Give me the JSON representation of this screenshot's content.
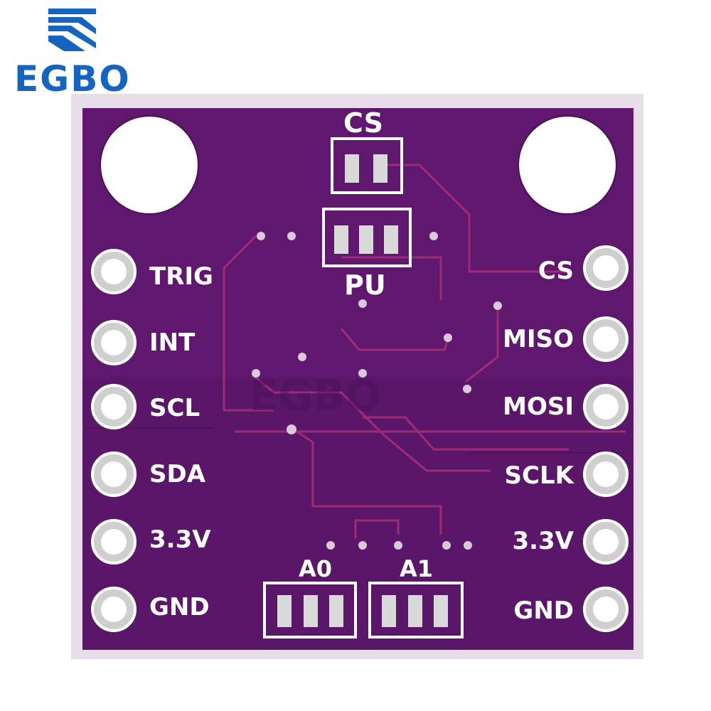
{
  "brand": {
    "name": "EGBO",
    "color": "#1565c0",
    "watermark": "EGBO"
  },
  "board": {
    "pcb_color": "#5e1a6a",
    "edge_color": "#e8e0ea",
    "top_jumpers": {
      "cs_label": "CS",
      "pu_label": "PU"
    },
    "bottom_jumpers": {
      "a0_label": "A0",
      "a1_label": "A1"
    },
    "left_pins": [
      "TRIG",
      "INT",
      "SCL",
      "SDA",
      "3.3V",
      "GND"
    ],
    "right_pins": [
      "CS",
      "MISO",
      "MOSI",
      "SCLK",
      "3.3V",
      "GND"
    ]
  }
}
